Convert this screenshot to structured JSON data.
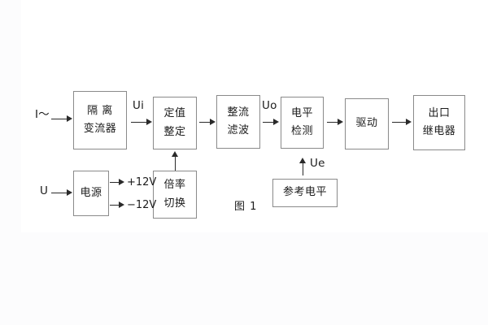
{
  "figure": {
    "caption": "图 1",
    "background_color": "#ffffff",
    "box_border_color": "#8a8a8a",
    "line_color": "#2a2a2a",
    "text_color": "#1b1b1b"
  },
  "inputs": [
    {
      "id": "current-input",
      "label": "I～"
    },
    {
      "id": "voltage-input",
      "label": "U"
    }
  ],
  "blocks": [
    {
      "id": "isolation-transformer",
      "line1": "隔 离",
      "line2": "变流器"
    },
    {
      "id": "setting-value",
      "line1": "定值",
      "line2": "整定"
    },
    {
      "id": "rectify-filter",
      "line1": "整流",
      "line2": "滤波"
    },
    {
      "id": "level-detect",
      "line1": "电平",
      "line2": "检测"
    },
    {
      "id": "drive",
      "line1": "驱动",
      "line2": ""
    },
    {
      "id": "output-relay",
      "line1": "出口",
      "line2": "继电器"
    },
    {
      "id": "power-supply",
      "line1": "电源",
      "line2": ""
    },
    {
      "id": "multiplier-switch",
      "line1": "倍率",
      "line2": "切换"
    },
    {
      "id": "reference-level",
      "line1": "参考电平",
      "line2": ""
    }
  ],
  "signals": [
    {
      "id": "ui",
      "label": "Ui"
    },
    {
      "id": "uo",
      "label": "Uo"
    },
    {
      "id": "ue",
      "label": "Ue"
    }
  ],
  "power_rails": [
    {
      "id": "rail-positive",
      "label": "+12V"
    },
    {
      "id": "rail-negative",
      "label": "−12V"
    }
  ]
}
